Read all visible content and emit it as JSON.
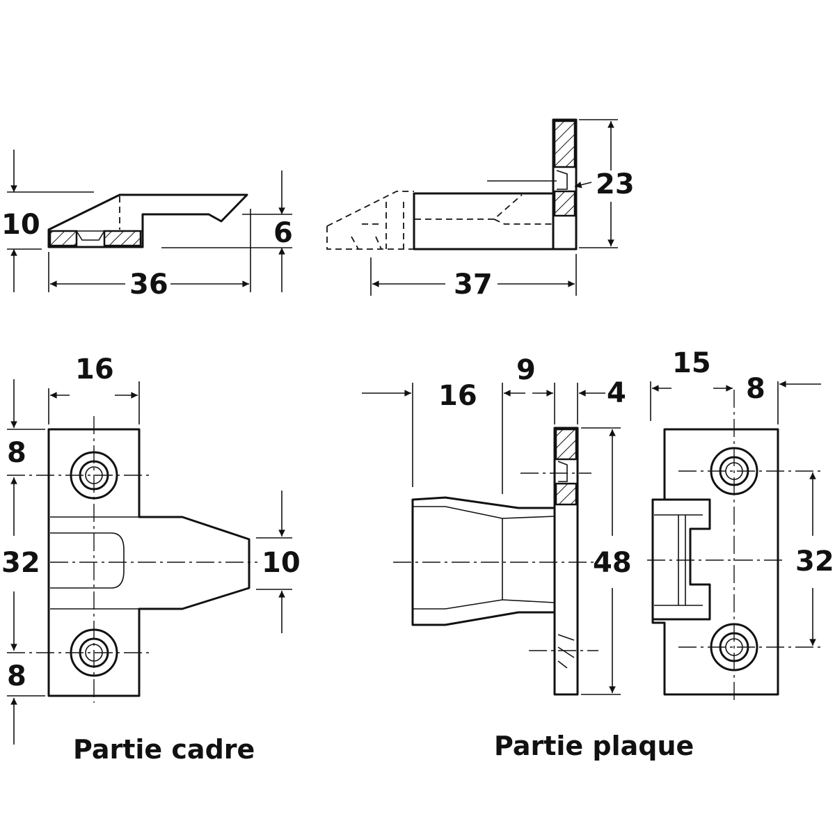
{
  "dimensions": {
    "top_left_height": "10",
    "top_left_length": "36",
    "top_left_tip_height": "6",
    "top_right_plate_height": "23",
    "top_right_length": "37",
    "frame_width": "16",
    "frame_top_margin": "8",
    "frame_hole_spacing": "32",
    "frame_bottom_margin": "8",
    "frame_tongue_height": "10",
    "plate_offset": "16",
    "plate_body_depth": "9",
    "plate_thickness": "4",
    "plate_height": "48",
    "plate_hole_offset": "15",
    "plate_edge_offset": "8",
    "plate_hole_spacing": "32"
  },
  "captions": {
    "frame_part": "Partie cadre",
    "plate_part": "Partie plaque"
  }
}
